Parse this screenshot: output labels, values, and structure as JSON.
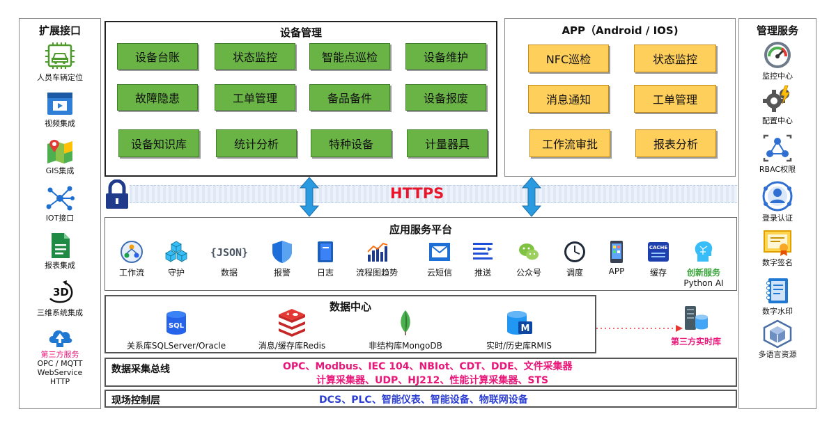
{
  "left_panel": {
    "title": "扩展接口",
    "items": [
      {
        "label": "人员车辆定位",
        "icon": "car-chip-icon"
      },
      {
        "label": "视频集成",
        "icon": "video-icon"
      },
      {
        "label": "GIS集成",
        "icon": "map-pin-icon"
      },
      {
        "label": "IOT接口",
        "icon": "iot-network-icon"
      },
      {
        "label": "报表集成",
        "icon": "report-document-icon"
      },
      {
        "label": "三维系统集成",
        "icon": "3d-rotate-icon"
      }
    ],
    "third_party": {
      "title": "第三方服务",
      "line1": "OPC / MQTT",
      "line2": "WebService",
      "line3": "HTTP",
      "icon": "cloud-upload-icon"
    }
  },
  "right_panel": {
    "title": "管理服务",
    "items": [
      {
        "label": "监控中心",
        "icon": "gauge-icon"
      },
      {
        "label": "配置中心",
        "icon": "gear-lightning-icon"
      },
      {
        "label": "RBAC权限",
        "icon": "rbac-network-icon"
      },
      {
        "label": "登录认证",
        "icon": "user-auth-icon"
      },
      {
        "label": "数字签名",
        "icon": "certificate-icon"
      },
      {
        "label": "数字水印",
        "icon": "notebook-icon"
      },
      {
        "label": "多语言资源",
        "icon": "cube-icon"
      }
    ]
  },
  "equipment": {
    "title": "设备管理",
    "buttons": [
      "设备台账",
      "状态监控",
      "智能点巡检",
      "设备维护",
      "故障隐患",
      "工单管理",
      "备品备件",
      "设备报废",
      "设备知识库",
      "统计分析",
      "特种设备",
      "计量器具"
    ]
  },
  "app": {
    "title": "APP（Android / IOS)",
    "buttons": [
      "NFC巡检",
      "状态监控",
      "消息通知",
      "工单管理",
      "工作流审批",
      "报表分析"
    ]
  },
  "https": {
    "label": "HTTPS",
    "icon": "padlock-icon"
  },
  "platform": {
    "title": "应用服务平台",
    "services": [
      {
        "label": "工作流",
        "icon": "workflow-icon"
      },
      {
        "label": "守护",
        "icon": "guard-cubes-icon"
      },
      {
        "label": "数据",
        "icon": "json-icon",
        "icon_text": "{JSON}"
      },
      {
        "label": "报警",
        "icon": "shield-icon"
      },
      {
        "label": "日志",
        "icon": "log-book-icon"
      },
      {
        "label": "流程图趋势",
        "icon": "trend-chart-icon"
      },
      {
        "label": "云短信",
        "icon": "sms-mail-icon"
      },
      {
        "label": "推送",
        "icon": "push-list-icon"
      },
      {
        "label": "公众号",
        "icon": "wechat-icon"
      },
      {
        "label": "调度",
        "icon": "clock-icon"
      },
      {
        "label": "APP",
        "icon": "phone-icon"
      },
      {
        "label": "缓存",
        "icon": "cache-icon",
        "icon_text": "CACHE"
      },
      {
        "label": "创新服务",
        "sublabel": "Python AI",
        "icon": "ai-head-icon"
      }
    ]
  },
  "data_center": {
    "title": "数据中心",
    "dbs": [
      {
        "label": "关系库SQLServer/Oracle",
        "icon": "sql-db-icon",
        "icon_text": "SQL"
      },
      {
        "label": "消息/缓存库Redis",
        "icon": "redis-icon"
      },
      {
        "label": "非结构库MongoDB",
        "icon": "mongodb-leaf-icon"
      },
      {
        "label": "实时/历史库RMIS",
        "icon": "rmis-db-icon",
        "icon_text": "M"
      }
    ],
    "third_party_db": {
      "label": "第三方实时库",
      "icon": "server-db-icon"
    }
  },
  "acquisition": {
    "title": "数据采集总线",
    "line1": "OPC、Modbus、IEC 104、NBIot、CDT、DDE、文件采集器",
    "line2": "计算采集器、UDP、HJ212、性能计算采集器、STS"
  },
  "field": {
    "title": "现场控制层",
    "text": "DCS、PLC、智能仪表、智能设备、物联网设备"
  }
}
